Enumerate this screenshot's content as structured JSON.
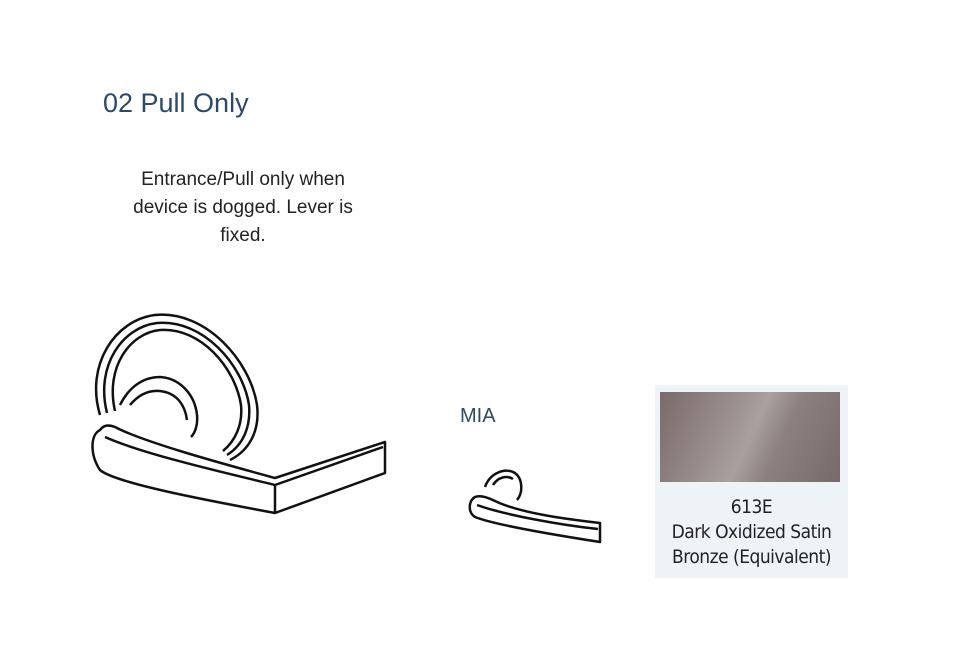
{
  "function": {
    "title": "02 Pull Only",
    "description": "Entrance/Pull only when device is dogged. Lever is fixed."
  },
  "lever": {
    "name": "MIA"
  },
  "finish": {
    "code": "613E",
    "name": "Dark Oxidized Satin Bronze (Equivalent)",
    "color": "#8c8080"
  }
}
